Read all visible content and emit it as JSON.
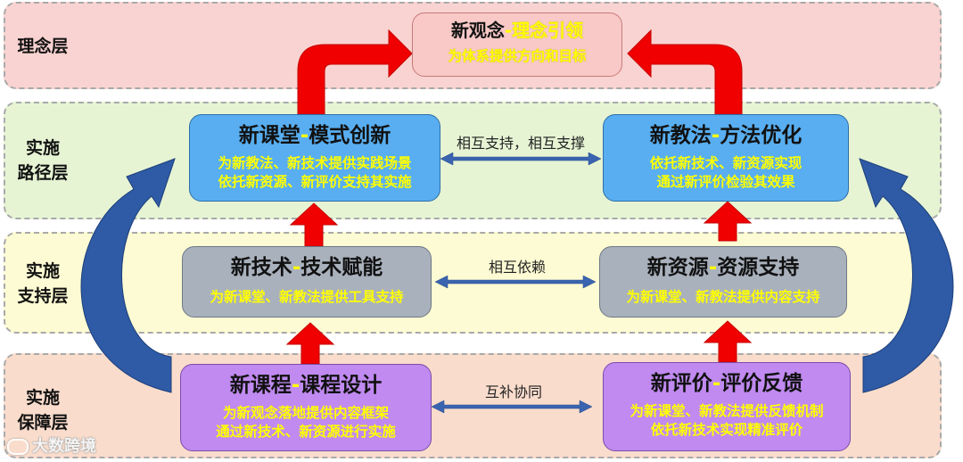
{
  "layers": {
    "concept": {
      "label": "理念层"
    },
    "path": {
      "label_line1": "实施",
      "label_line2": "路径层"
    },
    "support": {
      "label_line1": "实施",
      "label_line2": "支持层"
    },
    "guarantee": {
      "label_line1": "实施",
      "label_line2": "保障层"
    }
  },
  "boxes": {
    "concept": {
      "name": "新观念",
      "sep": "-",
      "sub": "理念引领",
      "desc": [
        "为体系提供方向和目标"
      ],
      "color": "#f8c9c6"
    },
    "classroom": {
      "name": "新课堂",
      "sep": "-",
      "sub": "模式创新",
      "desc": [
        "为新教法、新技术提供实践场景",
        "依托新资源、新评价支持其实施"
      ],
      "color": "#58aef0"
    },
    "teaching": {
      "name": "新教法",
      "sep": "-",
      "sub": "方法优化",
      "desc": [
        "依托新技术、新资源实现",
        "通过新评价检验其效果"
      ],
      "color": "#58aef0"
    },
    "technology": {
      "name": "新技术",
      "sep": "-",
      "sub": "技术赋能",
      "desc": [
        "为新课堂、新教法提供工具支持"
      ],
      "color": "#a9b1bd"
    },
    "resource": {
      "name": "新资源",
      "sep": "-",
      "sub": "资源支持",
      "desc": [
        "为新课堂、新教法提供内容支持"
      ],
      "color": "#a9b1bd"
    },
    "curriculum": {
      "name": "新课程",
      "sep": "-",
      "sub": "课程设计",
      "desc": [
        "为新观念落地提供内容框架",
        "通过新技术、新资源进行实施"
      ],
      "color": "#c08af0"
    },
    "evaluation": {
      "name": "新评价",
      "sep": "-",
      "sub": "评价反馈",
      "desc": [
        "为新课堂、新教法提供反馈机制",
        "依托新技术实现精准评价"
      ],
      "color": "#c08af0"
    }
  },
  "relations": {
    "path": "相互支持，相互支撑",
    "support": "相互依赖",
    "guarantee": "互补协同"
  },
  "watermark": "大数跨境",
  "colors": {
    "arrow_red": "#f00000",
    "arrow_blue": "#2f5aa5"
  }
}
